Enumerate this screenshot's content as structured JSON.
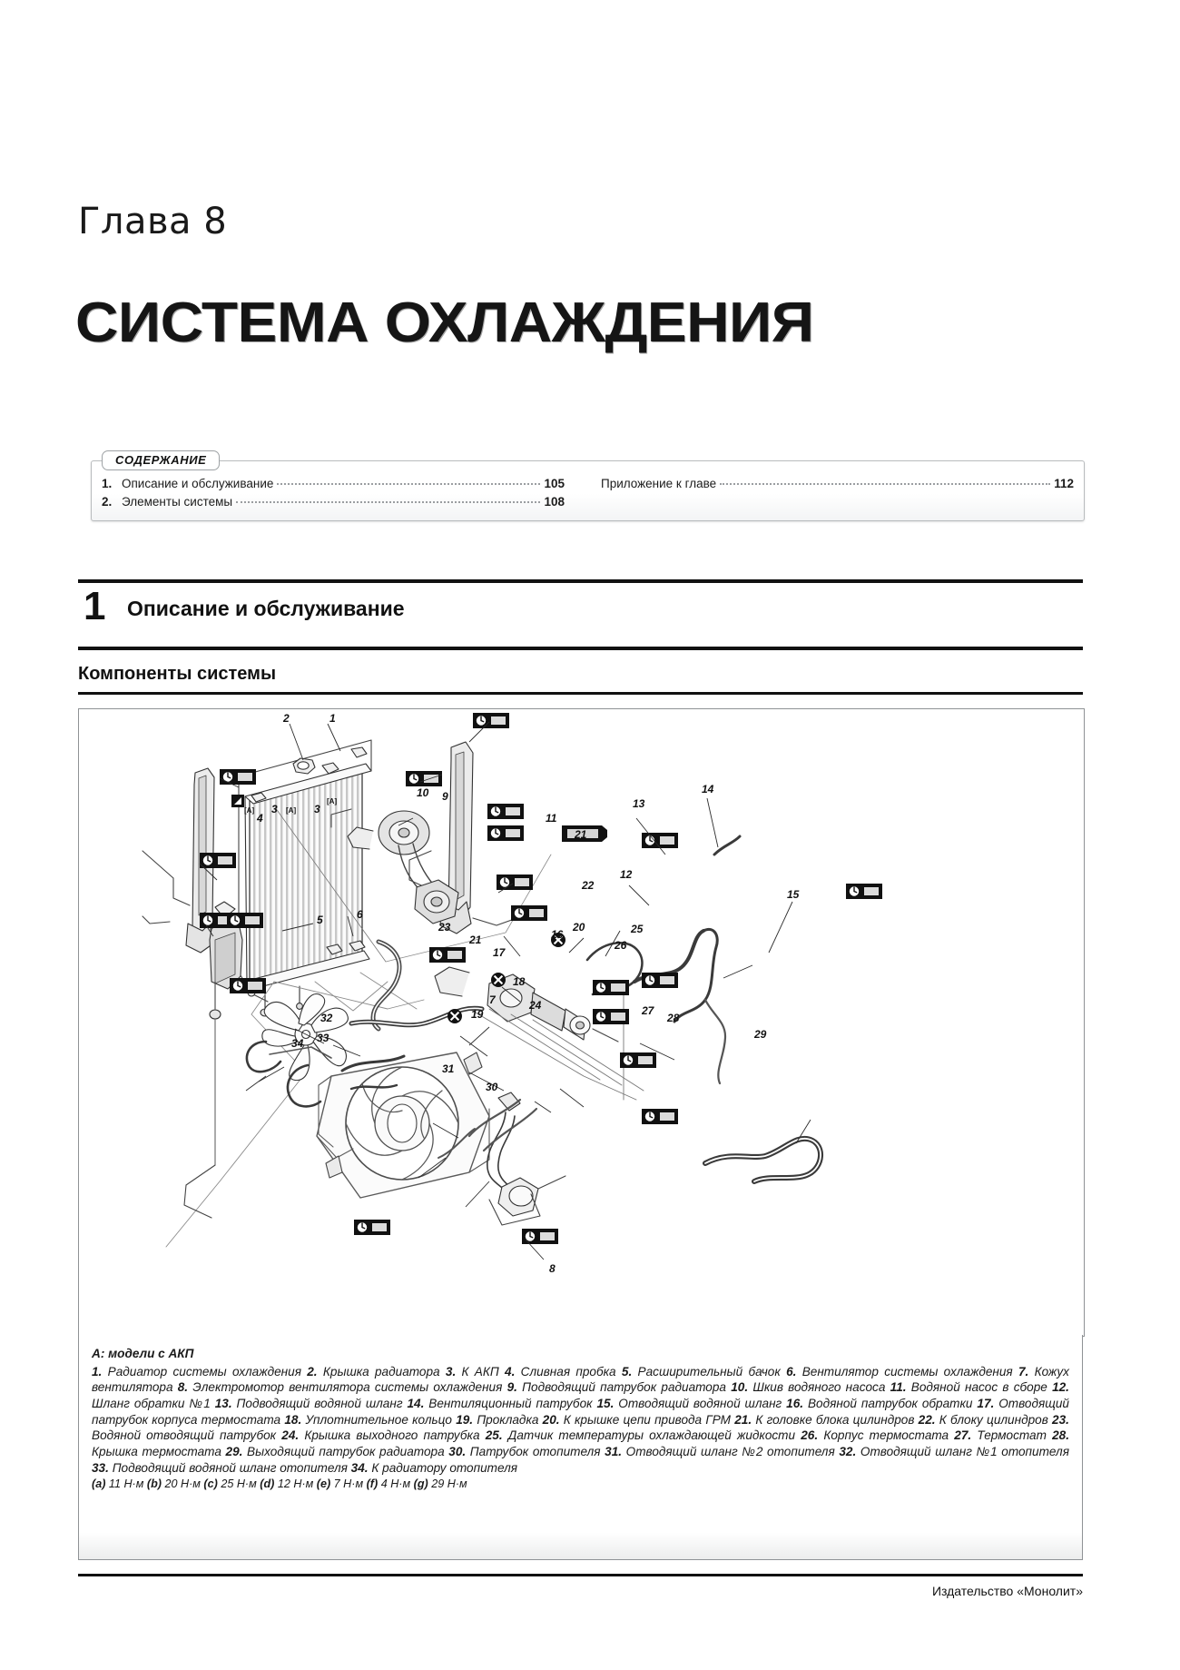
{
  "header": {
    "chapter_label": "Глава 8",
    "chapter_title": "СИСТЕМА ОХЛАЖДЕНИЯ"
  },
  "contents": {
    "tab_label": "СОДЕРЖАНИЕ",
    "left_items": [
      {
        "num": "1.",
        "label": "Описание и обслуживание",
        "page": "105"
      },
      {
        "num": "2.",
        "label": "Элементы системы",
        "page": "108"
      }
    ],
    "right_items": [
      {
        "num": "",
        "label": "Приложение к главе",
        "page": "112"
      }
    ]
  },
  "section": {
    "number": "1",
    "title": "Описание и обслуживание"
  },
  "subsection": {
    "title": "Компоненты системы"
  },
  "figure": {
    "callouts": [
      "1",
      "2",
      "3",
      "4",
      "5",
      "6",
      "7",
      "8",
      "9",
      "10",
      "11",
      "12",
      "13",
      "14",
      "15",
      "16",
      "17",
      "18",
      "19",
      "20",
      "21",
      "22",
      "23",
      "24",
      "25",
      "26",
      "27",
      "28",
      "29",
      "30",
      "31",
      "32",
      "33",
      "34"
    ],
    "torque_badge_labels": [
      "(a)",
      "(b)",
      "(c)",
      "(d)",
      "(e)",
      "(f)",
      "(g)"
    ],
    "marker_a": "[A]"
  },
  "caption": {
    "head": "A: модели с АКП",
    "items": [
      {
        "n": "1.",
        "t": "Радиатор системы охлаждения"
      },
      {
        "n": "2.",
        "t": "Крышка радиатора"
      },
      {
        "n": "3.",
        "t": "К АКП"
      },
      {
        "n": "4.",
        "t": "Сливная пробка"
      },
      {
        "n": "5.",
        "t": "Расширительный бачок"
      },
      {
        "n": "6.",
        "t": "Вентилятор системы охлаждения"
      },
      {
        "n": "7.",
        "t": "Кожух вентилятора"
      },
      {
        "n": "8.",
        "t": "Электромотор вентилятора системы охлаждения"
      },
      {
        "n": "9.",
        "t": "Подводящий патрубок радиатора"
      },
      {
        "n": "10.",
        "t": "Шкив водяного насоса"
      },
      {
        "n": "11.",
        "t": "Водяной насос в сборе"
      },
      {
        "n": "12.",
        "t": "Шланг обратки №1"
      },
      {
        "n": "13.",
        "t": "Подводящий водяной шланг"
      },
      {
        "n": "14.",
        "t": "Вентиляционный патрубок"
      },
      {
        "n": "15.",
        "t": "Отводящий водяной шланг"
      },
      {
        "n": "16.",
        "t": "Водяной патрубок обратки"
      },
      {
        "n": "17.",
        "t": "Отводящий патрубок корпуса термостата"
      },
      {
        "n": "18.",
        "t": "Уплотнительное кольцо"
      },
      {
        "n": "19.",
        "t": "Прокладка"
      },
      {
        "n": "20.",
        "t": "К крышке цепи привода ГРМ"
      },
      {
        "n": "21.",
        "t": "К головке блока цилиндров"
      },
      {
        "n": "22.",
        "t": "К блоку цилиндров"
      },
      {
        "n": "23.",
        "t": "Водяной отводящий патрубок"
      },
      {
        "n": "24.",
        "t": "Крышка выходного патрубка"
      },
      {
        "n": "25.",
        "t": "Датчик температуры охлаждающей жидкости"
      },
      {
        "n": "26.",
        "t": "Корпус термостата"
      },
      {
        "n": "27.",
        "t": "Термостат"
      },
      {
        "n": "28.",
        "t": "Крышка термостата"
      },
      {
        "n": "29.",
        "t": "Выходящий патрубок радиатора"
      },
      {
        "n": "30.",
        "t": "Патрубок отопителя"
      },
      {
        "n": "31.",
        "t": "Отводящий шланг №2 отопителя"
      },
      {
        "n": "32.",
        "t": "Отводящий шланг №1 отопителя"
      },
      {
        "n": "33.",
        "t": "Подводящий водяной шланг отопителя"
      },
      {
        "n": "34.",
        "t": "К радиатору отопителя"
      }
    ],
    "torque": [
      {
        "k": "(a)",
        "v": "11 Н·м"
      },
      {
        "k": "(b)",
        "v": "20 Н·м"
      },
      {
        "k": "(c)",
        "v": "25 Н·м"
      },
      {
        "k": "(d)",
        "v": "12 Н·м"
      },
      {
        "k": "(e)",
        "v": "7 Н·м"
      },
      {
        "k": "(f)",
        "v": "4 Н·м"
      },
      {
        "k": "(g)",
        "v": "29 Н·м"
      }
    ]
  },
  "footer": {
    "publisher": "Издательство «Монолит»"
  },
  "colors": {
    "ink": "#111111",
    "rule": "#111111",
    "frame": "#8f9295",
    "dots": "#9b9ea1"
  }
}
